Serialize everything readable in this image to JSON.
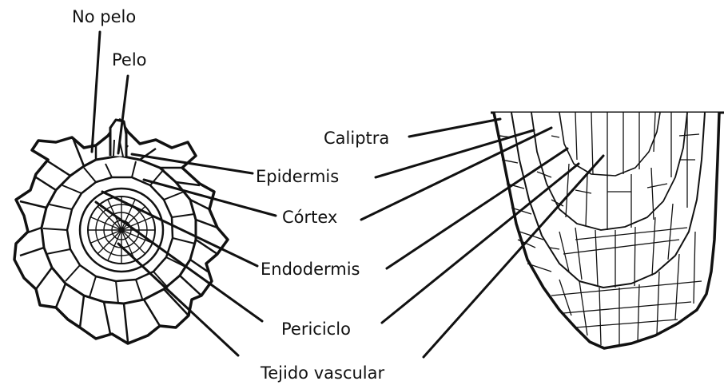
{
  "labels": {
    "no_pelo": "No pelo",
    "pelo": "Pelo",
    "caliptra": "Caliptra",
    "epidermis": "Epidermis",
    "cortex": "Córtex",
    "endodermis": "Endodermis",
    "periciclo": "Periciclo",
    "tejido_vascular": "Tejido vascular"
  },
  "colors": {
    "ink": "#111111",
    "background": "#ffffff"
  }
}
